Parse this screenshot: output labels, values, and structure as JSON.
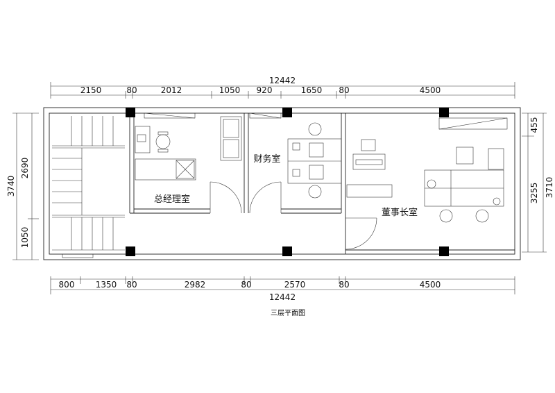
{
  "plan_title": "三层平面图",
  "rooms": {
    "general_manager": "总经理室",
    "finance": "财务室",
    "chairman": "董事长室"
  },
  "dims_top": {
    "total": "12442",
    "segments": [
      "2150",
      "80",
      "2012",
      "1050",
      "920",
      "1650",
      "80",
      "4500"
    ]
  },
  "dims_bottom": {
    "total": "12442",
    "segments": [
      "800",
      "1350",
      "80",
      "2982",
      "80",
      "2570",
      "80",
      "4500"
    ]
  },
  "dims_left": {
    "total": "3740",
    "segments": [
      "2690",
      "1050"
    ]
  },
  "dims_right": {
    "total": "3710",
    "segments": [
      "455",
      "3255"
    ]
  }
}
